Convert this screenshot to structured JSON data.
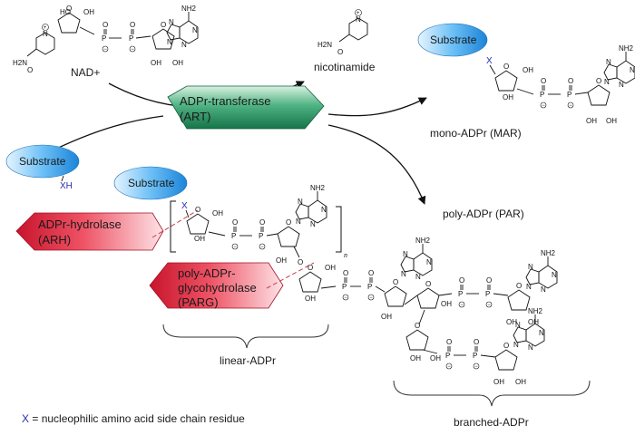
{
  "molecules": {
    "nad_label": "NAD+",
    "nicotinamide_label": "nicotinamide",
    "mono_label": "mono-ADPr (MAR)",
    "poly_label": "poly-ADPr (PAR)",
    "linear_label": "linear-ADPr",
    "branched_label": "branched-ADPr",
    "repeat_n": "n"
  },
  "enzymes": {
    "transferase_line1": "ADPr-transferase",
    "transferase_line2": "(ART)",
    "hydrolase_line1": "ADPr-hydrolase",
    "hydrolase_line2": "(ARH)",
    "parg_line1": "poly-ADPr-",
    "parg_line2": "glycohydrolase",
    "parg_line3": "(PARG)"
  },
  "substrate_label": "Substrate",
  "nucleophile": {
    "x": "X",
    "xh": "XH"
  },
  "atoms": {
    "nh2": "NH2",
    "h2n": "H2N",
    "o": "O",
    "oh": "OH",
    "ho": "HO",
    "n": "N",
    "p": "P",
    "plus": "+",
    "minus": "−"
  },
  "legend": {
    "symbol": "X",
    "text": " = nucleophilic amino acid side chain residue"
  },
  "colors": {
    "transferase_green": "#1f8a5a",
    "hydrolase_red": "#d8283e",
    "substrate_blue": "#2b8fdc",
    "nucleophile_blue": "#2b2bb0"
  }
}
